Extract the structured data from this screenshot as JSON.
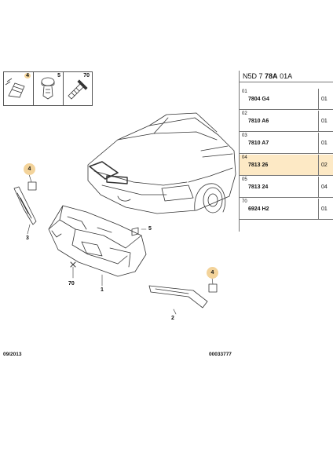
{
  "parts_strip": {
    "cells": [
      {
        "num": "4",
        "highlight": true,
        "icon": "clip-icon"
      },
      {
        "num": "5",
        "highlight": false,
        "icon": "push-rivet-icon"
      },
      {
        "num": "70",
        "highlight": false,
        "icon": "screw-icon"
      }
    ]
  },
  "table": {
    "header_prefix": "N5D 7",
    "header_bold": "78A",
    "header_suffix": "01A",
    "rows": [
      {
        "idx": "01",
        "ref": "7804 G4",
        "qty": "01",
        "highlight": false
      },
      {
        "idx": "02",
        "ref": "7810 A6",
        "qty": "01",
        "highlight": false
      },
      {
        "idx": "03",
        "ref": "7810 A7",
        "qty": "01",
        "highlight": false
      },
      {
        "idx": "04",
        "ref": "7813 26",
        "qty": "02",
        "highlight": true
      },
      {
        "idx": "05",
        "ref": "7813 24",
        "qty": "04",
        "highlight": false
      },
      {
        "idx": "70",
        "ref": "6924 H2",
        "qty": "01",
        "highlight": false
      }
    ]
  },
  "callouts": {
    "c4_left": "4",
    "c3": "3",
    "c5": "5",
    "c70": "70",
    "c1": "1",
    "c4_right": "4",
    "c2": "2"
  },
  "footer": {
    "date": "09/2013",
    "doc_no": "00033777"
  },
  "colors": {
    "highlight_row": "#fde9c5",
    "highlight_badge": "#f3d39a",
    "line": "#333333"
  }
}
